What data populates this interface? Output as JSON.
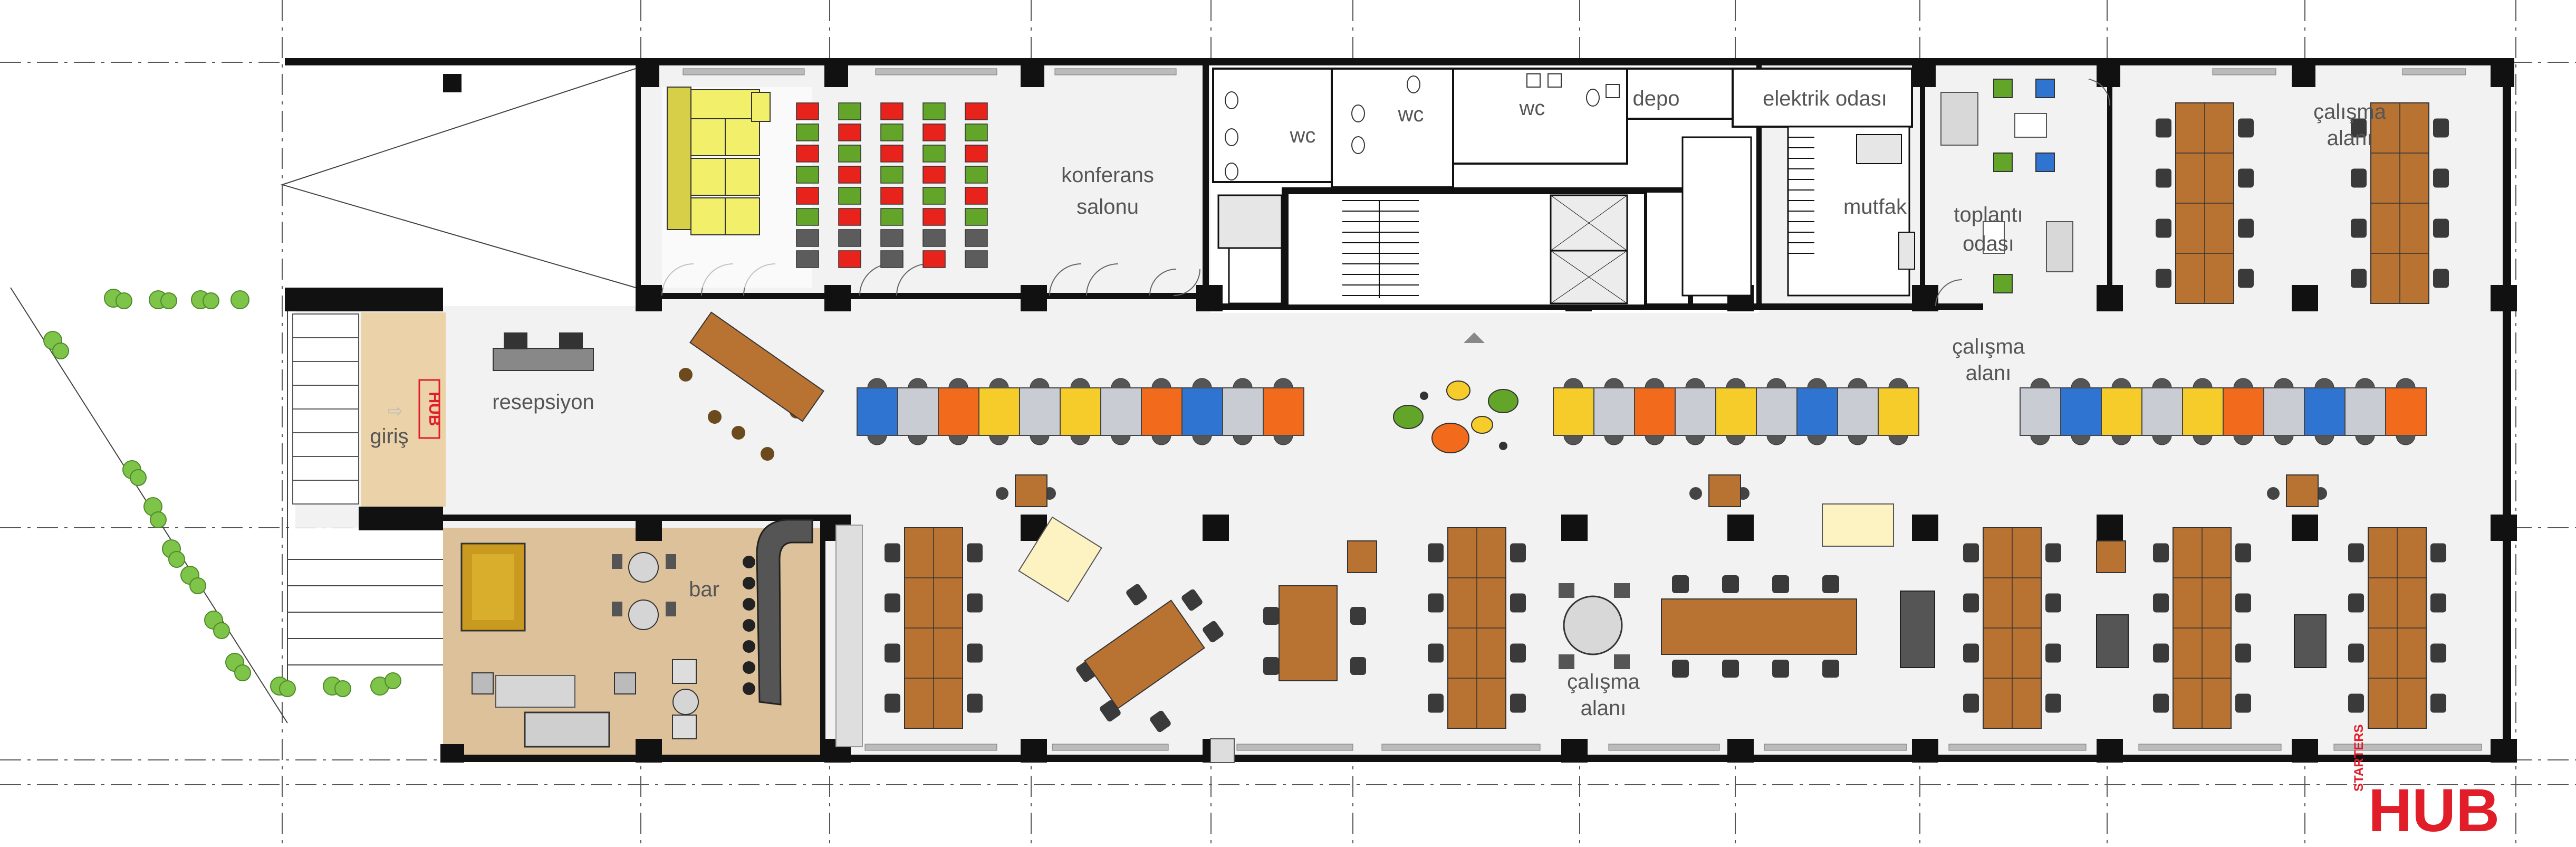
{
  "rooms": {
    "wc_1": "wc",
    "wc_2": "wc",
    "wc_3": "wc",
    "depo": "depo",
    "elektrik_odasi": "elektrik odası",
    "mutfak": "mutfak",
    "toplanti_odasi_line1": "toplantı",
    "toplanti_odasi_line2": "odası",
    "calisma_alani_ne_line1": "çalışma",
    "calisma_alani_ne_line2": "alanı",
    "calisma_alani_mid_line1": "çalışma",
    "calisma_alani_mid_line2": "alanı",
    "calisma_alani_s_line1": "çalışma",
    "calisma_alani_s_line2": "alanı",
    "konferans_line1": "konferans",
    "konferans_line2": "salonu",
    "resepsiyon": "resepsiyon",
    "giris": "giriş",
    "bar": "bar"
  },
  "entrance_sign": "HUB",
  "logo": {
    "small_text": "STARTERS",
    "big_text": "HUB",
    "color": "#e11d2a"
  },
  "palette": {
    "wall": "#111111",
    "floor": "#f2f2f2",
    "desk": "#b87333",
    "bar_floor": "#dcc19a",
    "entrance_floor": "#ecd2a8",
    "chair": "#3a3a3a",
    "sofa_yellow": "#f2ef6a",
    "pod_blue": "#2f74d0",
    "pod_orange": "#f26a1b",
    "pod_yellow": "#f6cc2b",
    "pod_grey": "#c9cdd3",
    "seat_red": "#e8231c",
    "seat_green": "#62a528",
    "seat_grey": "#5c5c5c",
    "tree": "#7ec448"
  }
}
